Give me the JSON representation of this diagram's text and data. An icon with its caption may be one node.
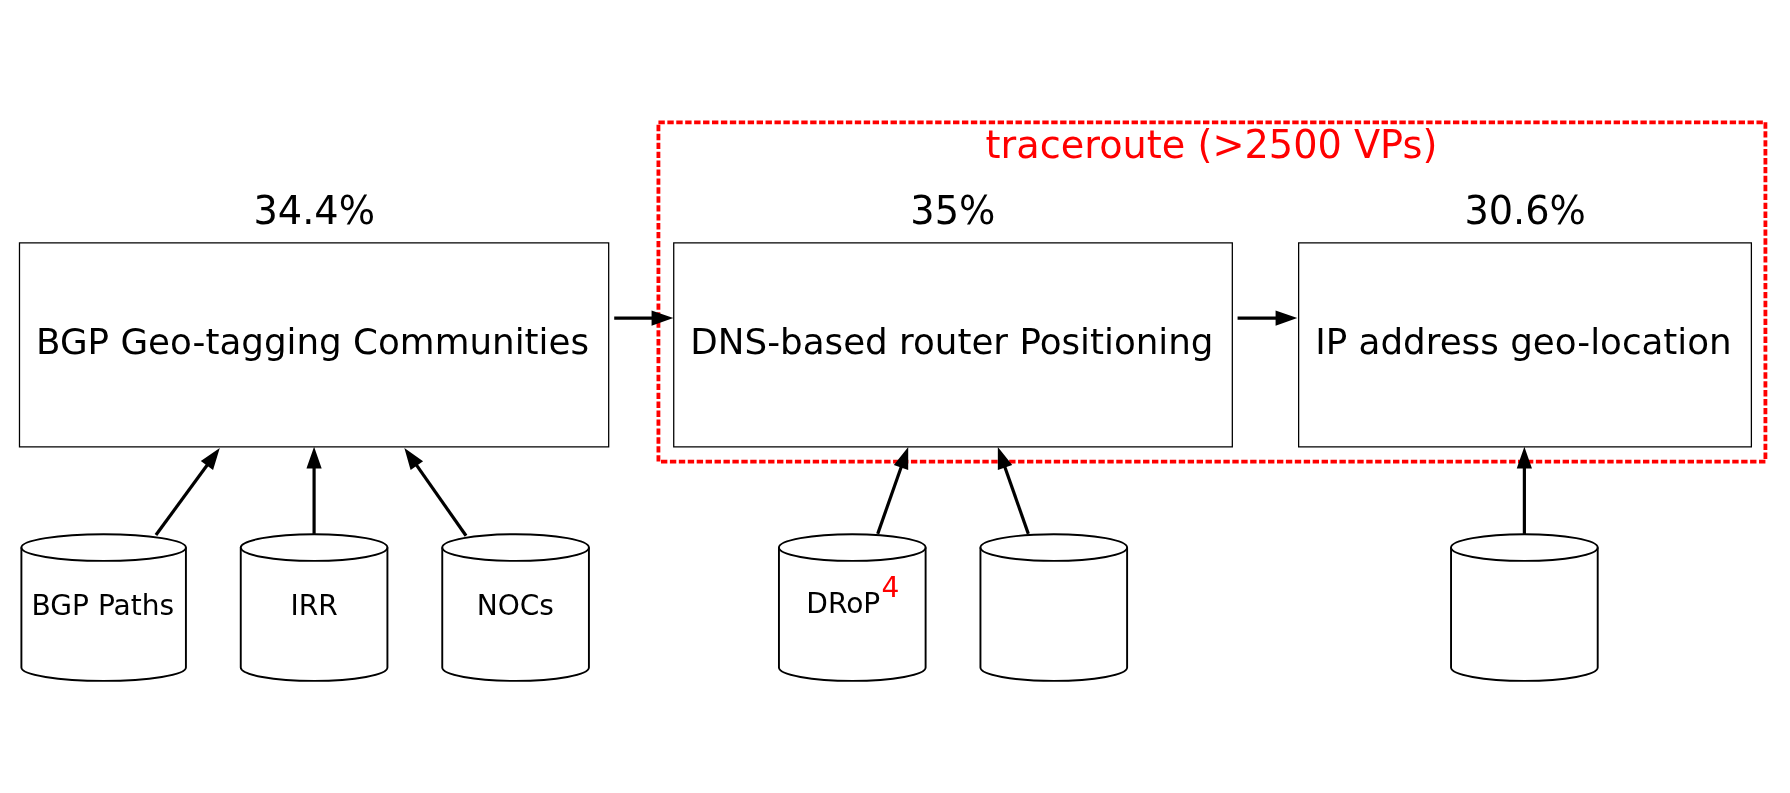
{
  "diagram": {
    "nodes": [
      {
        "text": [
          "BGP Geo-tagging Communities"
        ],
        "beside": [
          "34.4%"
        ]
      },
      {
        "text": [
          "traceroute (>2500 VPs)"
        ]
      },
      {
        "text": [
          "DNS-based router Positioning"
        ],
        "beside": [
          "35%"
        ],
        "in": 1
      },
      {
        "text": [
          "IP address geo-location"
        ],
        "beside": [
          "30.6%"
        ],
        "in": 1
      },
      {
        "text": [
          "BGP Paths"
        ]
      },
      {
        "text": [
          "IRR"
        ]
      },
      {
        "text": [
          "NOCs"
        ]
      },
      {
        "text": [
          "DRoP$^{4}$"
        ]
      },
      {
        "text": [],
        "shape": "cylinder"
      },
      {
        "text": [],
        "shape": "cylinder"
      }
    ],
    "edges": [
      {
        "from": 0,
        "to": 2,
        "arrow": "to"
      },
      {
        "from": 2,
        "to": 3,
        "arrow": "to"
      },
      {
        "from": 4,
        "to": 0,
        "arrow": "to"
      },
      {
        "from": 5,
        "to": 0,
        "arrow": "to"
      },
      {
        "from": 6,
        "to": 0,
        "arrow": "to"
      },
      {
        "from": 7,
        "to": 2,
        "arrow": "to"
      },
      {
        "from": 8,
        "to": 2,
        "arrow": "to"
      },
      {
        "from": 9,
        "to": 3,
        "arrow": "to"
      }
    ]
  }
}
